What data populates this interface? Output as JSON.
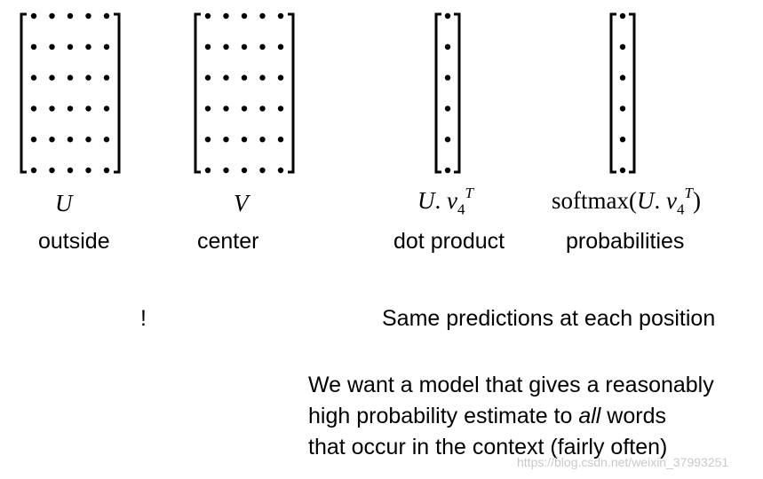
{
  "matrices": [
    {
      "id": "U",
      "rows": 6,
      "cols": 5
    },
    {
      "id": "V",
      "rows": 6,
      "cols": 5
    },
    {
      "id": "dot",
      "rows": 6,
      "cols": 1
    },
    {
      "id": "prob",
      "rows": 6,
      "cols": 1
    }
  ],
  "labels": {
    "U_symbol": "U",
    "V_symbol": "V",
    "dot_expr_U": "U",
    "dot_expr_v": "v",
    "dot_expr_sub": "4",
    "dot_expr_sup": "T",
    "softmax_word": "softmax(",
    "softmax_U": "U",
    "softmax_v": "v",
    "softmax_sub": "4",
    "softmax_sup": "T",
    "softmax_close": ")",
    "outside": "outside",
    "center": "center",
    "dot_product": "dot product",
    "probabilities": "probabilities"
  },
  "notes": {
    "exclaim": "!",
    "same_predictions": "Same predictions at each position",
    "line1": "We want a model that gives a reasonably",
    "line2_pre": "high probability estimate to ",
    "line2_em": "all",
    "line2_post": " words",
    "line3": "that occur in the context (fairly often)"
  },
  "watermark": "https://blog.csdn.net/weixin_37993251"
}
